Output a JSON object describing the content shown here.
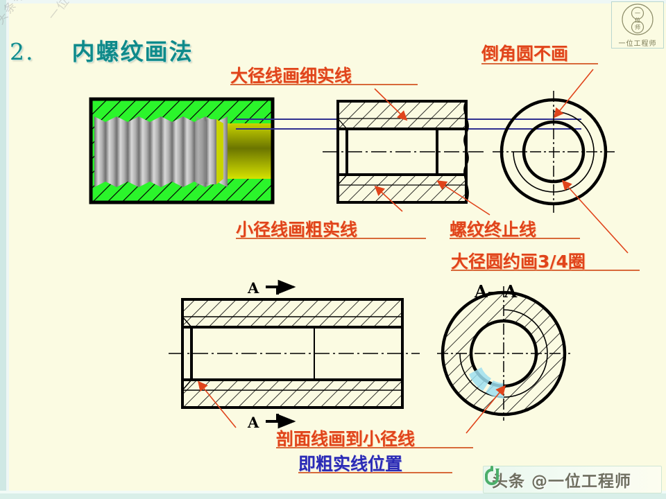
{
  "slide": {
    "title_number": "2.",
    "title_text": "内螺纹画法",
    "bg_color": "#fbfbe2",
    "title_color": "#0f8a8a",
    "anno_color": "#e0441b",
    "anno_blue_color": "#2a2ab5"
  },
  "logo": {
    "caption": "一位工程师",
    "inner_top": "一",
    "inner_mid": "位",
    "inner_bottom": "师"
  },
  "watermarks": {
    "diagonal_1": "头条号：",
    "diagonal_2": "一位工程师",
    "footer_text": "头条 @一位工程师"
  },
  "annotations": {
    "major_dia_thin": "大径线画细实线",
    "chamfer_circle_not_drawn": "倒角圆不画",
    "minor_dia_thick": "小径线画粗实线",
    "thread_end_line": "螺纹终止线",
    "major_circle_three_quarter": "大径圆约画3/4圈",
    "hatch_to_minor": "剖面线画到小径线",
    "hatch_to_minor_2": "即粗实线位置"
  },
  "view_labels": {
    "cut_plane_top": "A",
    "cut_plane_bottom": "A",
    "section_title": "A—A"
  },
  "drawing_colors": {
    "line": "#000000",
    "projection_line": "#2e2e8f",
    "leader": "#e0441b",
    "model_green": "#2bf52b",
    "model_thread_gray": "#9a9a9a",
    "model_bore_yellow": "#b8c000",
    "section_highlight": "#9fdff0"
  }
}
